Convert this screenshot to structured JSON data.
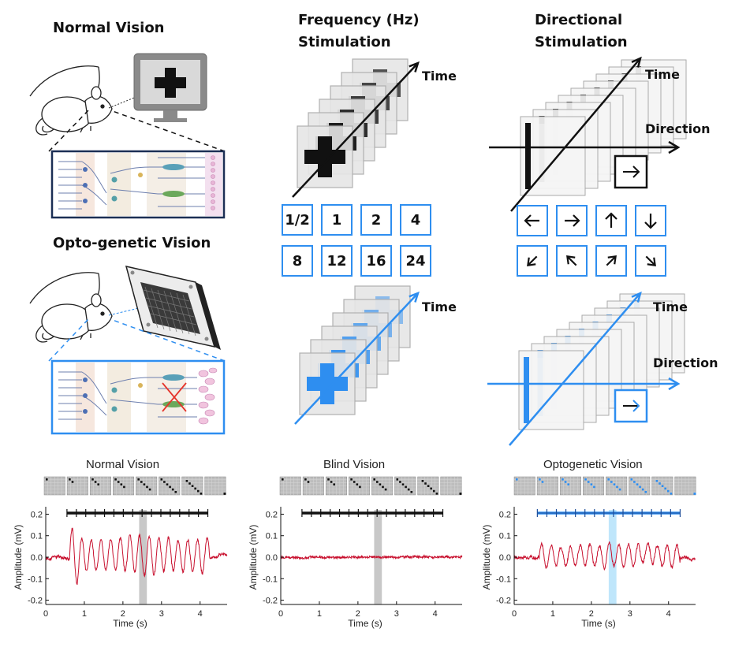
{
  "panels": {
    "normal_vision_title": "Normal Vision",
    "opto_vision_title": "Opto-genetic Vision",
    "frequency_title_line1": "Frequency (Hz)",
    "frequency_title_line2": "Stimulation",
    "directional_title_line1": "Directional",
    "directional_title_line2": "Stimulation"
  },
  "axis_labels": {
    "time": "Time",
    "direction": "Direction"
  },
  "frequency_options": [
    "1/2",
    "1",
    "2",
    "4",
    "8",
    "12",
    "16",
    "24"
  ],
  "direction_options": [
    "arrow-left-icon",
    "arrow-right-icon",
    "arrow-up-icon",
    "arrow-down-icon",
    "arrow-down-left-icon",
    "arrow-up-left-icon",
    "arrow-up-right-icon",
    "arrow-down-right-icon"
  ],
  "colors": {
    "black": "#111111",
    "blue": "#2e8ef0",
    "trace_red": "#c8102e",
    "gray_band": "#c8c8c8",
    "cyan_band": "#bfe6fb"
  },
  "chart_data": [
    {
      "type": "line",
      "title": "Normal Vision",
      "xlabel": "Time (s)",
      "ylabel": "Amplitude (mV)",
      "xlim": [
        0,
        4.7
      ],
      "ylim": [
        -0.22,
        0.22
      ],
      "xticks": [
        0,
        1,
        2,
        3,
        4
      ],
      "yticks": [
        0.2,
        0.1,
        0.0,
        -0.1,
        -0.2
      ],
      "stimulus_bar": [
        0.55,
        4.2
      ],
      "highlight_window": [
        2.42,
        2.62
      ],
      "signal": {
        "oscillation_hz": 4.0,
        "amplitude_mV": 0.08,
        "onset_s": 0.62,
        "offset_s": 4.25
      }
    },
    {
      "type": "line",
      "title": "Blind Vision",
      "xlabel": "Time (s)",
      "ylabel": "Amplitude (mV)",
      "xlim": [
        0,
        4.7
      ],
      "ylim": [
        -0.22,
        0.22
      ],
      "xticks": [
        0,
        1,
        2,
        3,
        4
      ],
      "yticks": [
        0.2,
        0.1,
        0.0,
        -0.1,
        -0.2
      ],
      "stimulus_bar": [
        0.55,
        4.2
      ],
      "highlight_window": [
        2.42,
        2.62
      ],
      "signal": {
        "oscillation_hz": 0,
        "amplitude_mV": 0.005,
        "onset_s": 0,
        "offset_s": 0
      }
    },
    {
      "type": "line",
      "title": "Optogenetic Vision",
      "xlabel": "Time (s)",
      "ylabel": "Amplitude (mV)",
      "xlim": [
        0,
        4.7
      ],
      "ylim": [
        -0.22,
        0.22
      ],
      "xticks": [
        0,
        1,
        2,
        3,
        4
      ],
      "yticks": [
        0.2,
        0.1,
        0.0,
        -0.1,
        -0.2
      ],
      "stimulus_bar": [
        0.6,
        4.3
      ],
      "highlight_window": [
        2.45,
        2.65
      ],
      "signal": {
        "oscillation_hz": 4.0,
        "amplitude_mV": 0.05,
        "onset_s": 0.65,
        "offset_s": 4.3
      }
    }
  ]
}
